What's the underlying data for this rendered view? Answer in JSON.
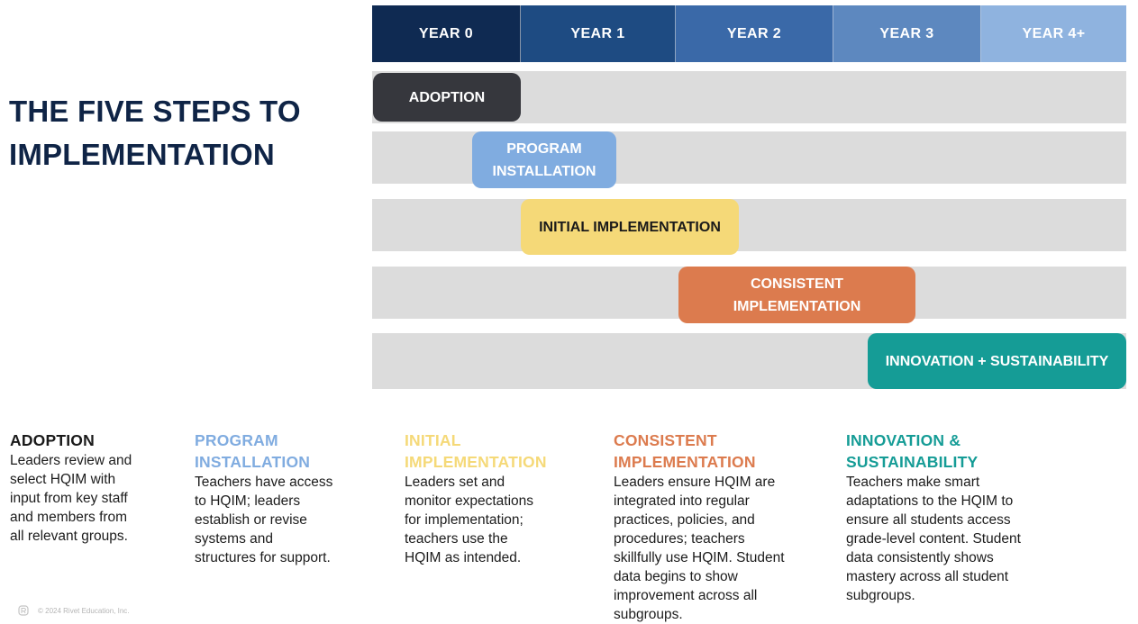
{
  "title": {
    "line1": "THE FIVE STEPS TO",
    "line2": "IMPLEMENTATION"
  },
  "years": [
    {
      "label": "YEAR 0",
      "color": "#0f2a52"
    },
    {
      "label": "YEAR 1",
      "color": "#1e4b82"
    },
    {
      "label": "YEAR 2",
      "color": "#3a69a8"
    },
    {
      "label": "YEAR 3",
      "color": "#5d88bf"
    },
    {
      "label": "YEAR 4+",
      "color": "#8fb3df"
    }
  ],
  "steps": [
    {
      "pill_label": "ADOPTION",
      "color": "#36373d",
      "heading": "ADOPTION",
      "description": "Leaders review and\nselect HQIM with\ninput from key staff\nand members from\nall relevant groups."
    },
    {
      "pill_label": "PROGRAM\nINSTALLATION",
      "color": "#80ace0",
      "heading": "PROGRAM\nINSTALLATION",
      "description": "Teachers have access\nto HQIM; leaders\nestablish or revise\nsystems and\nstructures for support."
    },
    {
      "pill_label": "INITIAL IMPLEMENTATION",
      "color": "#f5d978",
      "heading": "INITIAL\nIMPLEMENTATION",
      "description": "Leaders set and\nmonitor expectations\nfor implementation;\nteachers use the\nHQIM as intended."
    },
    {
      "pill_label": "CONSISTENT\nIMPLEMENTATION",
      "color": "#dc7b4e",
      "heading": "CONSISTENT\nIMPLEMENTATION",
      "description": "Leaders ensure HQIM are\nintegrated into regular\npractices, policies, and\nprocedures; teachers\nskillfully use HQIM. Student\ndata begins to show\nimprovement across all\nsubgroups."
    },
    {
      "pill_label": "INNOVATION + SUSTAINABILITY",
      "color": "#159c96",
      "heading": "INNOVATION &\nSUSTAINABILITY",
      "description": "Teachers make smart\nadaptations to the HQIM to\nensure all students access\ngrade-level content. Student\ndata consistently shows\nmastery across all student\nsubgroups."
    }
  ],
  "footer": {
    "text": "© 2024 Rivet Education, Inc.",
    "icon": "rivet-logo-icon"
  }
}
